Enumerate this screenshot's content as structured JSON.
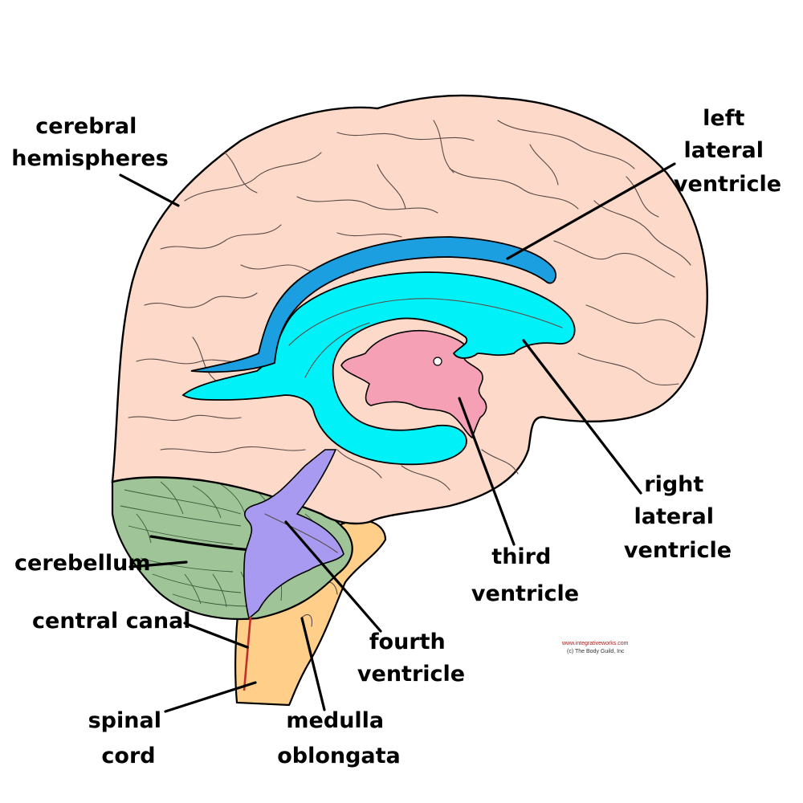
{
  "diagram": {
    "labels": {
      "cerebral_hemispheres": [
        "cerebral",
        "hemispheres"
      ],
      "left_lateral_ventricle": [
        "left",
        "lateral",
        "ventricle"
      ],
      "right_lateral_ventricle": [
        "right",
        "lateral",
        "ventricle"
      ],
      "third_ventricle": [
        "third",
        "ventricle"
      ],
      "fourth_ventricle": [
        "fourth",
        "ventricle"
      ],
      "cerebellum": [
        "cerebellum"
      ],
      "central_canal": [
        "central canal"
      ],
      "spinal_cord": [
        "spinal",
        "cord"
      ],
      "medulla_oblongata": [
        "medulla",
        "oblongata"
      ]
    },
    "credit": {
      "url": "www.integrativeworks.com",
      "copyright": "(c) The Body Guild, Inc"
    },
    "colors": {
      "cerebrum": "#fcd9c8",
      "left_lateral_ventricle": "#1b9fe0",
      "right_lateral_ventricle": "#00f2f8",
      "third_ventricle": "#f5a0b5",
      "fourth_ventricle": "#a89af0",
      "cerebellum": "#9fc498",
      "brainstem": "#ffcf8a",
      "central_canal": "#c0302a"
    }
  }
}
